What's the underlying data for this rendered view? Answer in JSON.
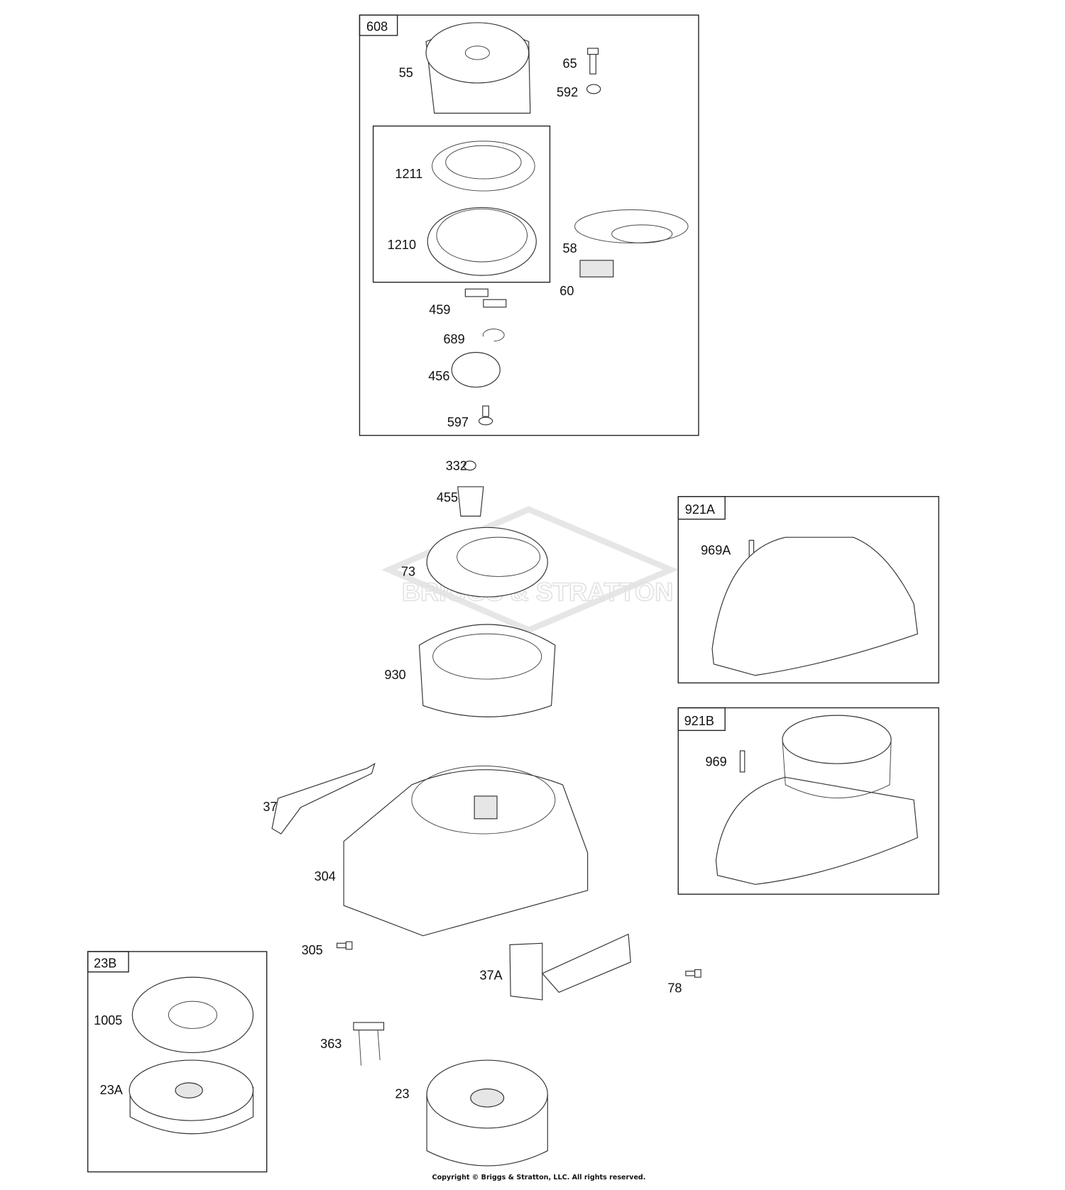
{
  "diagram": {
    "groups": {
      "g608": "608",
      "g921A": "921A",
      "g921B": "921B",
      "g23B": "23B"
    },
    "callouts": {
      "p55": "55",
      "p65": "65",
      "p592": "592",
      "p1211": "1211",
      "p1210": "1210",
      "p58": "58",
      "p60": "60",
      "p459": "459",
      "p689": "689",
      "p456": "456",
      "p597": "597",
      "p332": "332",
      "p455": "455",
      "p73": "73",
      "p930": "930",
      "p969A": "969A",
      "p969": "969",
      "p37": "37",
      "p304": "304",
      "p305": "305",
      "p37A": "37A",
      "p78": "78",
      "p1005": "1005",
      "p23A": "23A",
      "p363": "363",
      "p23": "23"
    },
    "watermark": "BRIGGS & STRATTON",
    "copyright": "Copyright © Briggs & Stratton, LLC. All rights reserved."
  }
}
